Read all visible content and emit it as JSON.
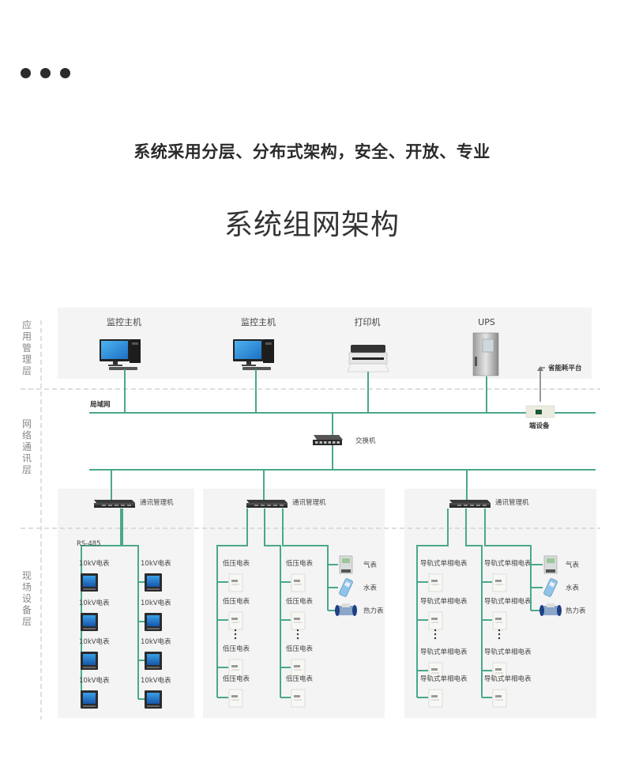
{
  "header": {
    "menu_icon": "more-dots-icon",
    "subtitle": "系统采用分层、分布式架构，安全、开放、专业",
    "title": "系统组网架构"
  },
  "colors": {
    "line": "#4aa88c",
    "panel": "#f4f4f4",
    "divider": "#cccccc"
  },
  "layers": [
    {
      "label": "应用管理层",
      "chars": [
        "应",
        "用",
        "管",
        "理",
        "层"
      ]
    },
    {
      "label": "网络通讯层",
      "chars": [
        "网",
        "络",
        "通",
        "讯",
        "层"
      ]
    },
    {
      "label": "现场设备层",
      "chars": [
        "现",
        "场",
        "设",
        "备",
        "层"
      ]
    }
  ],
  "app_layer": {
    "devices": [
      {
        "label": "监控主机",
        "icon": "computer-icon"
      },
      {
        "label": "监控主机",
        "icon": "computer-icon"
      },
      {
        "label": "打印机",
        "icon": "printer-icon"
      },
      {
        "label": "UPS",
        "icon": "ups-icon"
      }
    ],
    "platform_label": "省能耗平台",
    "edge_device_label": "端设备"
  },
  "network_layer": {
    "lan_label": "局域网",
    "switch_label": "交换机"
  },
  "field_groups": [
    {
      "gateway_label": "通讯管理机",
      "bus_label": "RS-485",
      "columns": [
        {
          "meters": [
            "10kV电表",
            "10kV电表",
            "10kV电表",
            "10kV电表"
          ],
          "ellipsis": false
        },
        {
          "meters": [
            "10kV电表",
            "10kV电表",
            "10kV电表",
            "10kV电表"
          ],
          "ellipsis": false
        }
      ],
      "utility_meters": []
    },
    {
      "gateway_label": "通讯管理机",
      "columns": [
        {
          "meters": [
            "低压电表",
            "低压电表",
            "低压电表",
            "低压电表"
          ],
          "ellipsis": true
        },
        {
          "meters": [
            "低压电表",
            "低压电表",
            "低压电表",
            "低压电表"
          ],
          "ellipsis": true
        }
      ],
      "utility_meters": [
        "气表",
        "水表",
        "热力表"
      ]
    },
    {
      "gateway_label": "通讯管理机",
      "columns": [
        {
          "meters": [
            "导轨式单相电表",
            "导轨式单相电表",
            "导轨式单相电表",
            "导轨式单相电表"
          ],
          "ellipsis": true
        },
        {
          "meters": [
            "导轨式单相电表",
            "导轨式单相电表",
            "导轨式单相电表",
            "导轨式单相电表"
          ],
          "ellipsis": true
        }
      ],
      "utility_meters": [
        "气表",
        "水表",
        "热力表"
      ]
    }
  ]
}
